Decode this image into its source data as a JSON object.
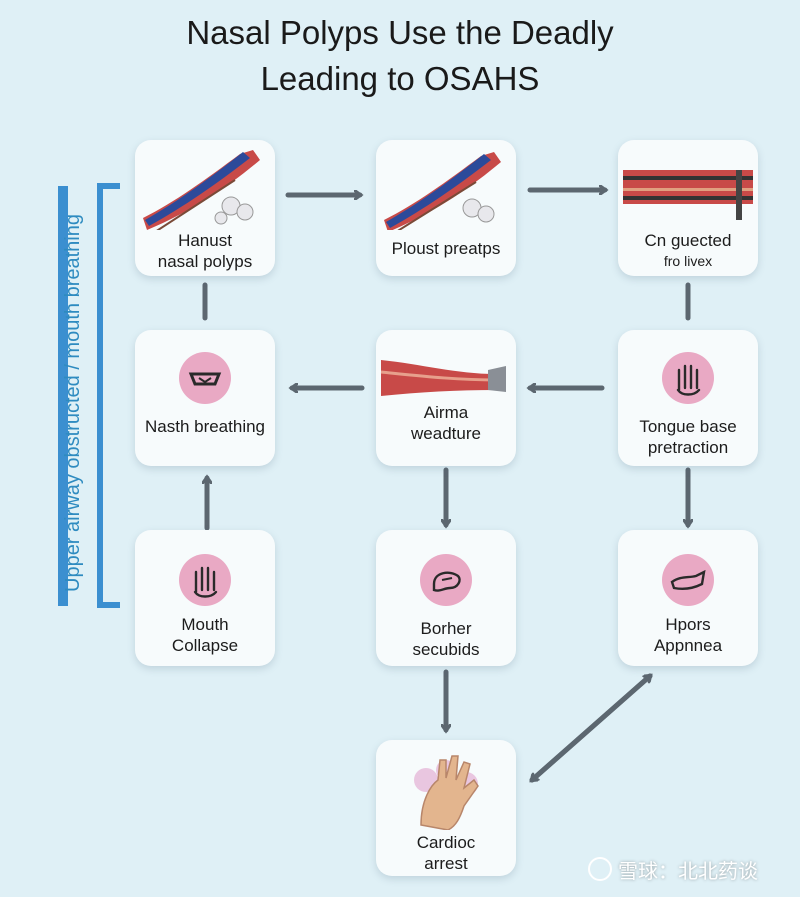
{
  "title": {
    "line1": "Nasal Polyps Use the Deadly",
    "line2": "Leading to OSAHS"
  },
  "side_bracket_text": "Upper airway obstructed / mouth breathing",
  "nodes": {
    "n1": {
      "line1": "Hanust",
      "line2": "nasal polyps"
    },
    "n2": {
      "line1": "Ploust preatps",
      "line2": ""
    },
    "n3": {
      "line1": "Cn guected",
      "line2": "fro livex"
    },
    "n4": {
      "line1": "Nasth breathing",
      "line2": ""
    },
    "n5": {
      "line1": "Airma",
      "line2": "weadture"
    },
    "n6": {
      "line1": "Tongue base",
      "line2": "pretraction"
    },
    "n7": {
      "line1": "Mouth",
      "line2": "Collapse"
    },
    "n8": {
      "line1": "Borher",
      "line2": "secubids"
    },
    "n9": {
      "line1": "Hpors",
      "line2": "Appnnea"
    },
    "n10": {
      "line1": "Cardioc",
      "line2": "arrest"
    }
  },
  "watermark": "雪球：北北药谈",
  "colors": {
    "background": "#dff0f6",
    "arrow": "#5c6770",
    "bracket": "#3b8fd0",
    "icon_circle": "#e9a9c4",
    "tissue": "#c84a48",
    "vessel": "#2c4a9a"
  }
}
